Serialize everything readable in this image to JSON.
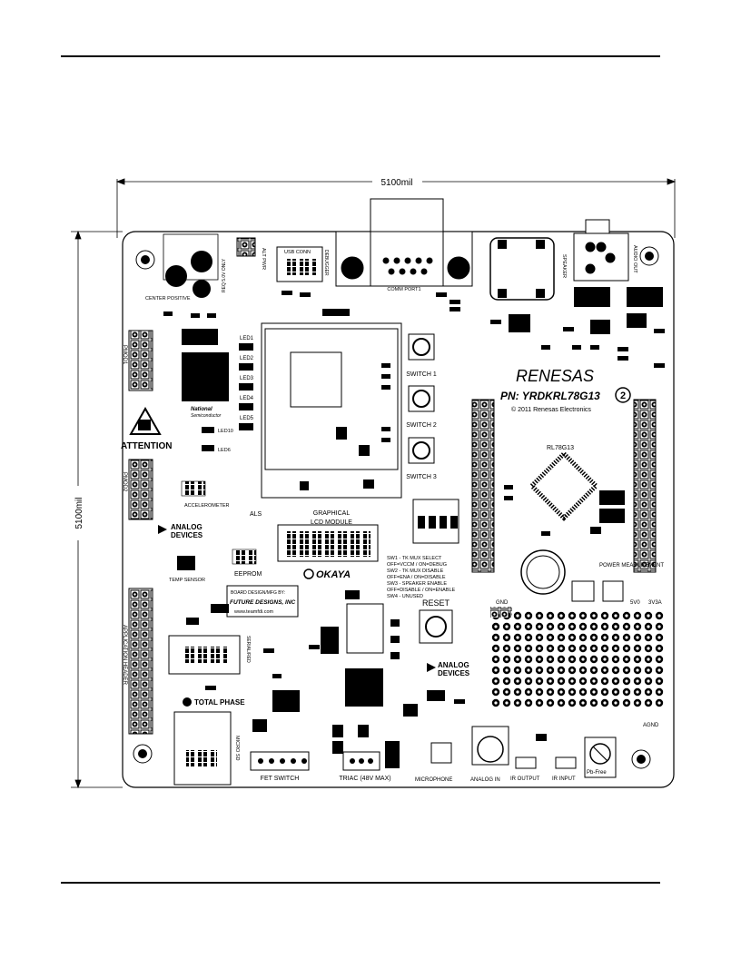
{
  "dimension": {
    "width_label": "5100mil",
    "height_label": "5100mil"
  },
  "connectors": {
    "alt_pwr": "ALT PWR",
    "pwr_note": "REQ 5.0V ONLY",
    "center_positive": "CENTER POSITIVE",
    "usb_conn": "USB CONN",
    "debugger": "DEBUGGER",
    "comm_port": "COMM PORT1",
    "speaker": "SPEAKER",
    "audio_out": "AUDIO OUT",
    "pmod1": "PMOD1",
    "pmod2": "PMOD2",
    "application_header": "APPLICATION HEADER",
    "microsd": "MICRO SD",
    "fet_switch": "FET SWITCH",
    "triac": "TRIAC (48V MAX)",
    "microphone": "MICROPHONE",
    "analog_in": "ANALOG IN",
    "ir_output": "IR OUTPUT",
    "ir_input": "IR INPUT",
    "gnd": "GND",
    "agnd": "AGND",
    "v5": "5V0",
    "v33": "3V3A"
  },
  "board_text": {
    "attention": "ATTENTION",
    "leds": [
      "LED1",
      "LED2",
      "LED3",
      "LED4",
      "LED5"
    ],
    "led5v": "LED10",
    "led33": "LED6",
    "graphical_lcd": "GRAPHICAL",
    "lcd_module": "LCD MODULE",
    "okaya": "OKAYA",
    "switches": [
      "SWITCH 1",
      "SWITCH 2",
      "SWITCH 3"
    ],
    "renesas": "RENESAS",
    "part_number": "PN: YRDKRL78G13",
    "revision": "2",
    "copyright": "© 2011 Renesas Electronics",
    "mcu": "RL78G13",
    "accelerometer": "ACCELEROMETER",
    "als": "ALS",
    "temp_sensor": "TEMP SENSOR",
    "eeprom": "EEPROM",
    "analog_devices_1": "ANALOG",
    "analog_devices_2": "DEVICES",
    "board_design": "BOARD DESIGN/MFG BY:",
    "future_designs": "FUTURE DESIGNS, INC",
    "website": "www.teamfdi.com",
    "reset": "RESET",
    "total_phase": "TOTAL PHASE",
    "power_measurement": "POWER MEASUREMENT",
    "pb_free": "Pb-Free",
    "national": "National",
    "semiconductor": "Semiconductor",
    "sw1_lines": [
      "SW1 - TK MUX SELECT",
      "OFF=VCCM / ON=DEBUG",
      "SW2 - TK MUX DISABLE",
      "OFF=ENA / ON=DISABLE",
      "SW3 - SPEAKER ENABLE",
      "OFF=DISABLE / ON=ENABLE",
      "SW4 - UNUSED"
    ],
    "serial_ed": "SERIAL/RED"
  }
}
